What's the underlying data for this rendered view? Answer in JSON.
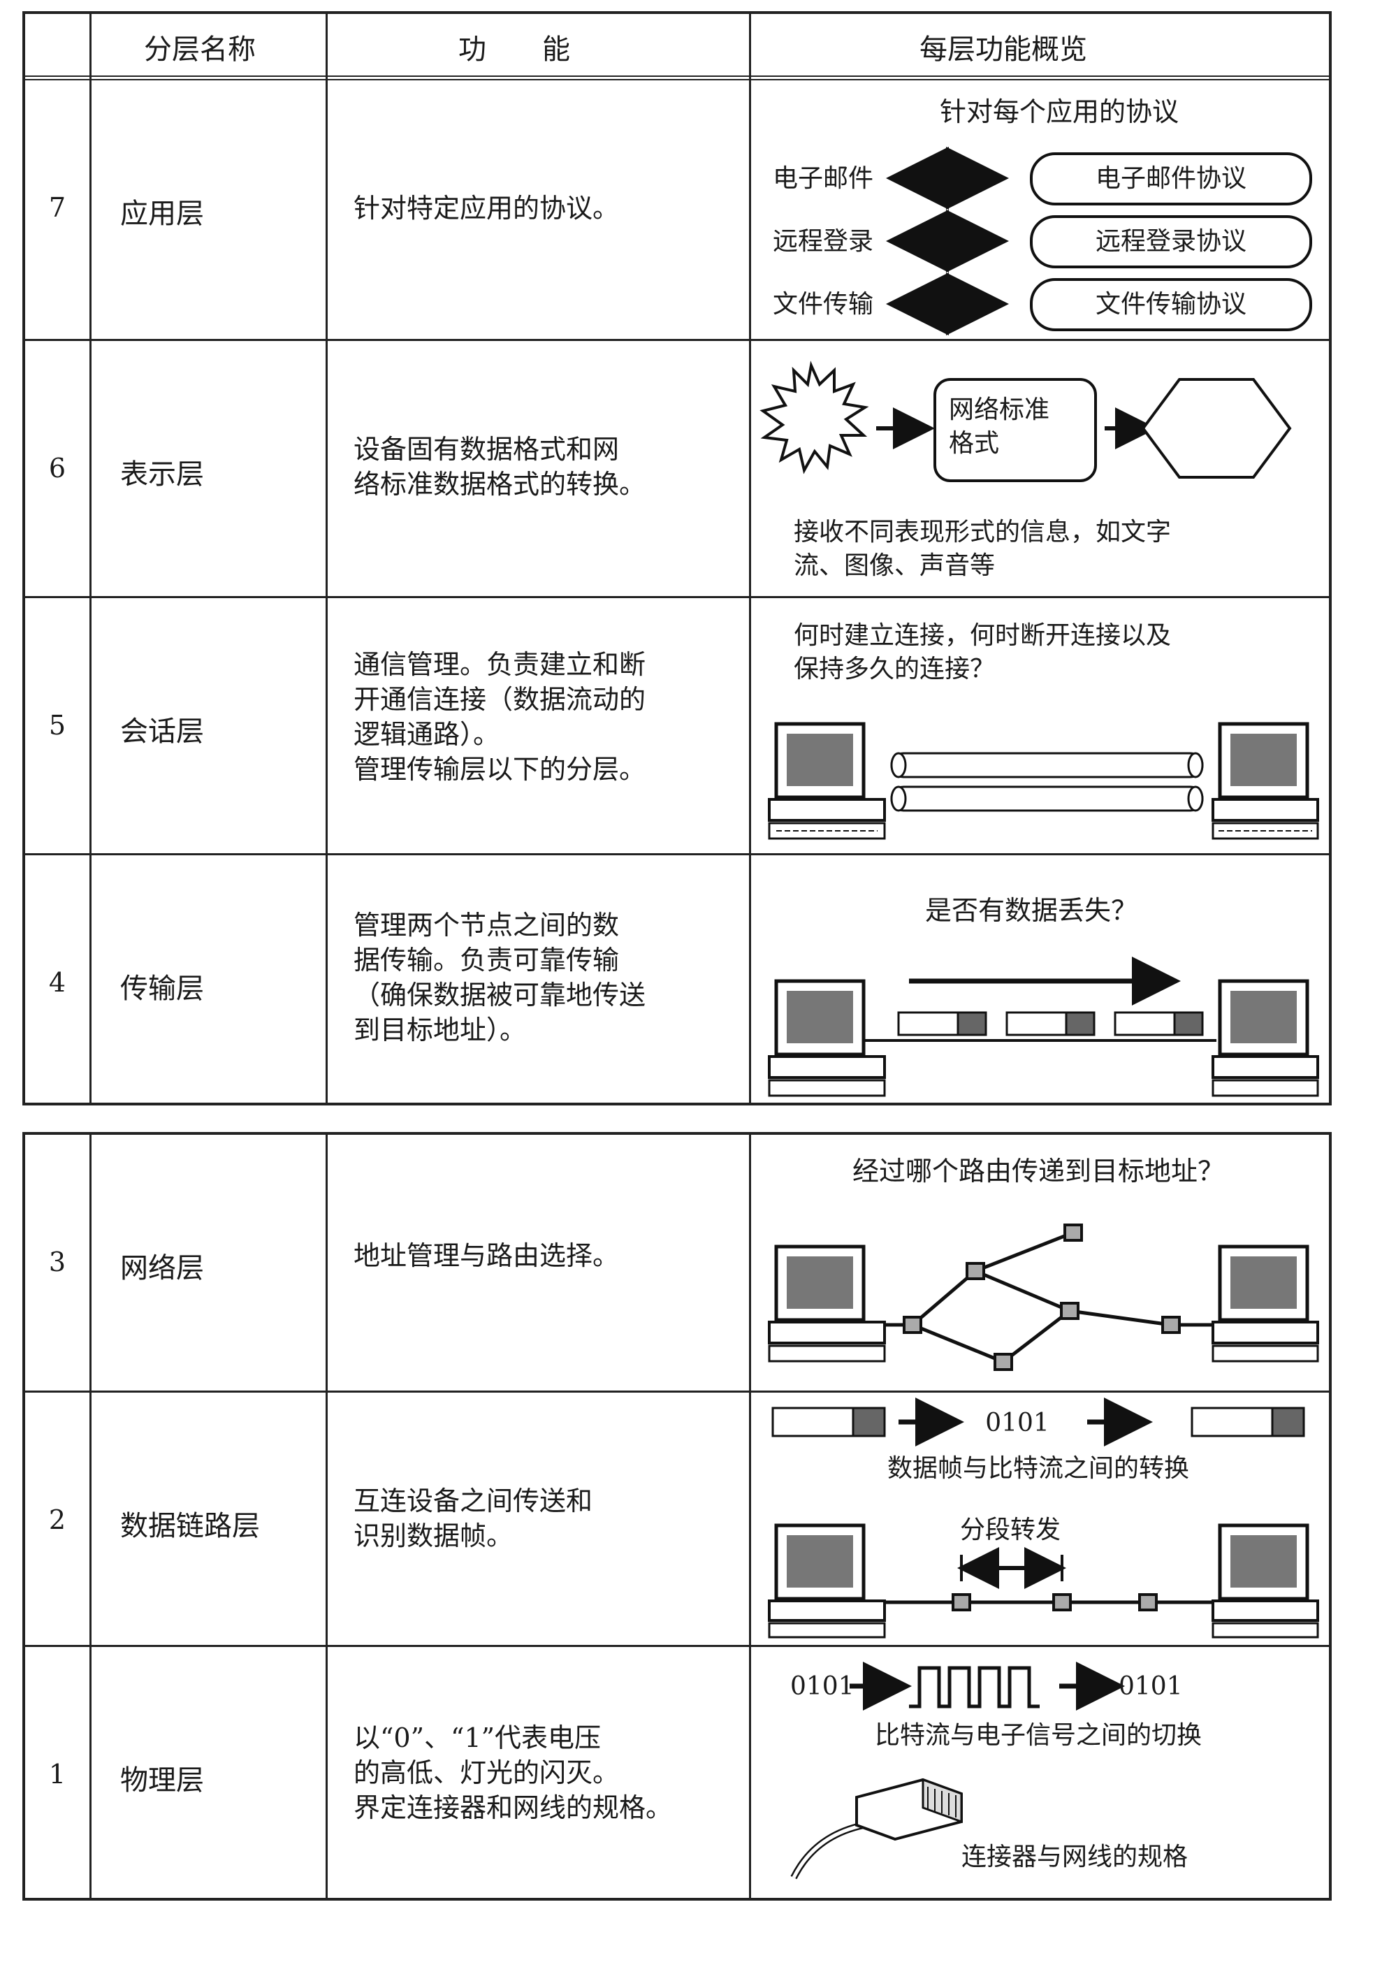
{
  "header": {
    "name": "分层名称",
    "function": "功　　能",
    "overview": "每层功能概览"
  },
  "layers": [
    {
      "num": "7",
      "name": "应用层",
      "func": [
        "针对特定应用的协议。"
      ],
      "fig": {
        "title": "针对每个应用的协议",
        "pairs": [
          [
            "电子邮件",
            "电子邮件协议"
          ],
          [
            "远程登录",
            "远程登录协议"
          ],
          [
            "文件传输",
            "文件传输协议"
          ]
        ]
      }
    },
    {
      "num": "6",
      "name": "表示层",
      "func": [
        "设备固有数据格式和网",
        "络标准数据格式的转换。"
      ],
      "fig": {
        "box": [
          "网络标准",
          "格式"
        ],
        "caption": [
          "接收不同表现形式的信息，如文字",
          "流、图像、声音等"
        ]
      }
    },
    {
      "num": "5",
      "name": "会话层",
      "func": [
        "通信管理。负责建立和断",
        "开通信连接（数据流动的",
        "逻辑通路）。",
        "管理传输层以下的分层。"
      ],
      "fig": {
        "caption": [
          "何时建立连接，何时断开连接以及",
          "保持多久的连接？"
        ]
      }
    },
    {
      "num": "4",
      "name": "传输层",
      "func": [
        "管理两个节点之间的数",
        "据传输。负责可靠传输",
        "（确保数据被可靠地传送",
        "到目标地址）。"
      ],
      "fig": {
        "caption": "是否有数据丢失？"
      }
    },
    {
      "num": "3",
      "name": "网络层",
      "func": [
        "地址管理与路由选择。"
      ],
      "fig": {
        "caption": "经过哪个路由传递到目标地址？"
      }
    },
    {
      "num": "2",
      "name": "数据链路层",
      "func": [
        "互连设备之间传送和",
        "识别数据帧。"
      ],
      "fig": {
        "bits": "0101",
        "caption": "数据帧与比特流之间的转换",
        "segment": "分段转发"
      }
    },
    {
      "num": "1",
      "name": "物理层",
      "func": [
        "以“0”、“1”代表电压",
        "的高低、灯光的闪灭。",
        "界定连接器和网线的规格。"
      ],
      "fig": {
        "bits": "0101",
        "caption": "比特流与电子信号之间的切换",
        "connector": "连接器与网线的规格"
      }
    }
  ]
}
